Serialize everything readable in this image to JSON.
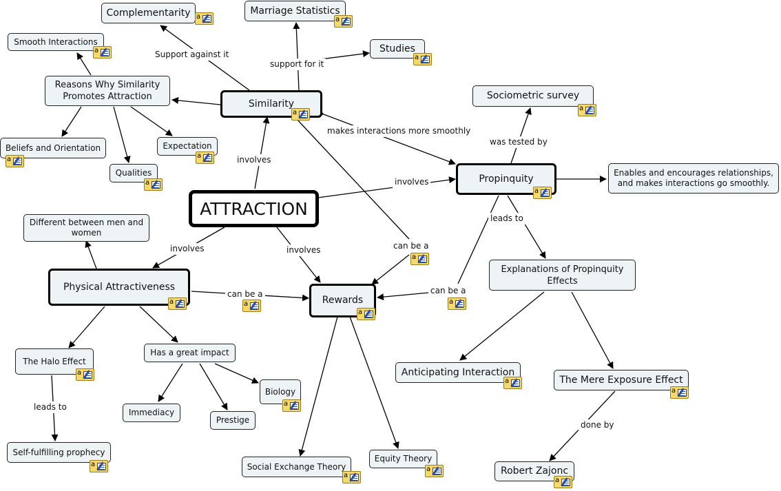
{
  "diagram": {
    "nodes": {
      "attraction": "ATTRACTION",
      "similarity": "Similarity",
      "propinquity": "Propinquity",
      "rewards": "Rewards",
      "physical_attractiveness": "Physical Attractiveness",
      "complementarity": "Complementarity",
      "marriage_statistics": "Marriage Statistics",
      "studies": "Studies",
      "smooth_interactions": "Smooth Interactions",
      "reasons_similarity": "Reasons Why Similarity Promotes Attraction",
      "beliefs": "Beliefs and Orientation",
      "expectation": "Expectation",
      "qualities": "Qualities",
      "sociometric_survey": "Sociometric survey",
      "enables": "Enables and encourages relationships, and makes interactions go smoothly.",
      "explanations": "Explanations of Propinquity Effects",
      "different_men_women": "Different between men and women",
      "halo_effect": "The Halo Effect",
      "great_impact": "Has a great impact",
      "biology": "Biology",
      "immediacy": "Immediacy",
      "prestige": "Prestige",
      "self_fulfilling": "Self-fulfilling prophecy",
      "anticipating": "Anticipating Interaction",
      "mere_exposure": "The Mere Exposure Effect",
      "social_exchange": "Social Exchange Theory",
      "equity_theory": "Equity Theory",
      "robert_zajonc": "Robert Zajonc"
    },
    "links": {
      "support_against": "Support against it",
      "support_for": "support for it",
      "makes_smooth": "makes interactions more smoothly",
      "was_tested_by": "was tested by",
      "involves_similarity": "involves",
      "involves_propinquity": "involves",
      "involves_physical": "involves",
      "involves_rewards": "involves",
      "leads_to_explanations": "leads to",
      "can_be_a_similarity": "can be a",
      "can_be_a_propinquity": "can be a",
      "can_be_a_physical": "can be a",
      "leads_to_self": "leads to",
      "done_by": "done by"
    },
    "note_icon": "resource-note-icon",
    "colors": {
      "node_fill": "#eef3f6",
      "line": "#000000",
      "note": "#f6d96b"
    }
  }
}
